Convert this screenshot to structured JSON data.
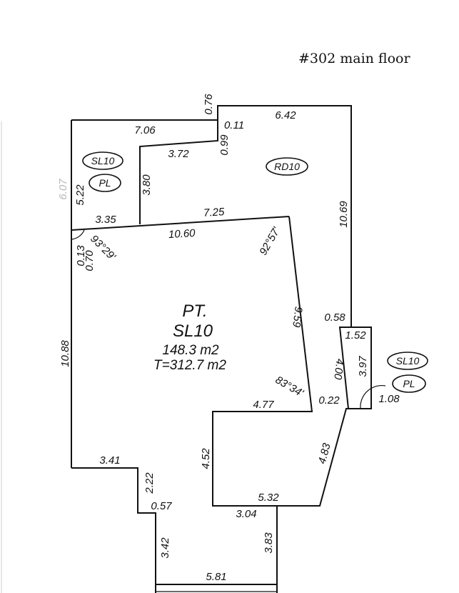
{
  "header": {
    "title": "#302 main floor"
  },
  "lot": {
    "name_line1": "PT.",
    "name_line2": "SL10",
    "area": "148.3 m2",
    "total_area": "T=312.7 m2"
  },
  "tags": {
    "sl10_upper": "SL10",
    "pl_upper": "PL",
    "rd10": "RD10",
    "sl10_right": "SL10",
    "pl_right": "PL"
  },
  "dimensions": {
    "d_0_76": "0.76",
    "d_6_42": "6.42",
    "d_7_06": "7.06",
    "d_0_11": "0.11",
    "d_0_99": "0.99",
    "d_3_72": "3.72",
    "d_6_07": "6.07",
    "d_5_22": "5.22",
    "d_3_80": "3.80",
    "d_10_69": "10.69",
    "d_3_35": "3.35",
    "d_7_25": "7.25",
    "d_10_60": "10.60",
    "d_angle_93": "93°29'",
    "d_angle_92": "92°57'",
    "d_0_13": "0.13",
    "d_0_70": "0.70",
    "d_9_59": "9.59",
    "d_0_58": "0.58",
    "d_1_52": "1.52",
    "d_3_97": "3.97",
    "d_4_00": "4.00",
    "d_1_08": "1.08",
    "d_10_88": "10.88",
    "d_angle_83": "83°34'",
    "d_0_22": "0.22",
    "d_4_77": "4.77",
    "d_4_52": "4.52",
    "d_4_83": "4.83",
    "d_3_41": "3.41",
    "d_2_22": "2.22",
    "d_0_57": "0.57",
    "d_5_32": "5.32",
    "d_3_04": "3.04",
    "d_3_42": "3.42",
    "d_3_83": "3.83",
    "d_5_81": "5.81"
  }
}
